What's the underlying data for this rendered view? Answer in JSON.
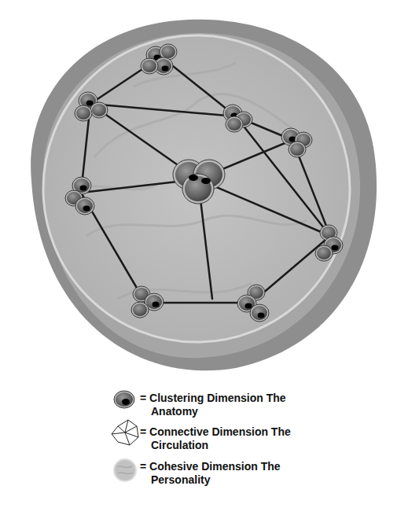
{
  "diagram": {
    "legend": [
      {
        "text": "= Clustering Dimension The Anatomy"
      },
      {
        "text": "= Connective Dimension The Circulation"
      },
      {
        "text": "= Cohesive Dimension The Personality"
      }
    ]
  }
}
